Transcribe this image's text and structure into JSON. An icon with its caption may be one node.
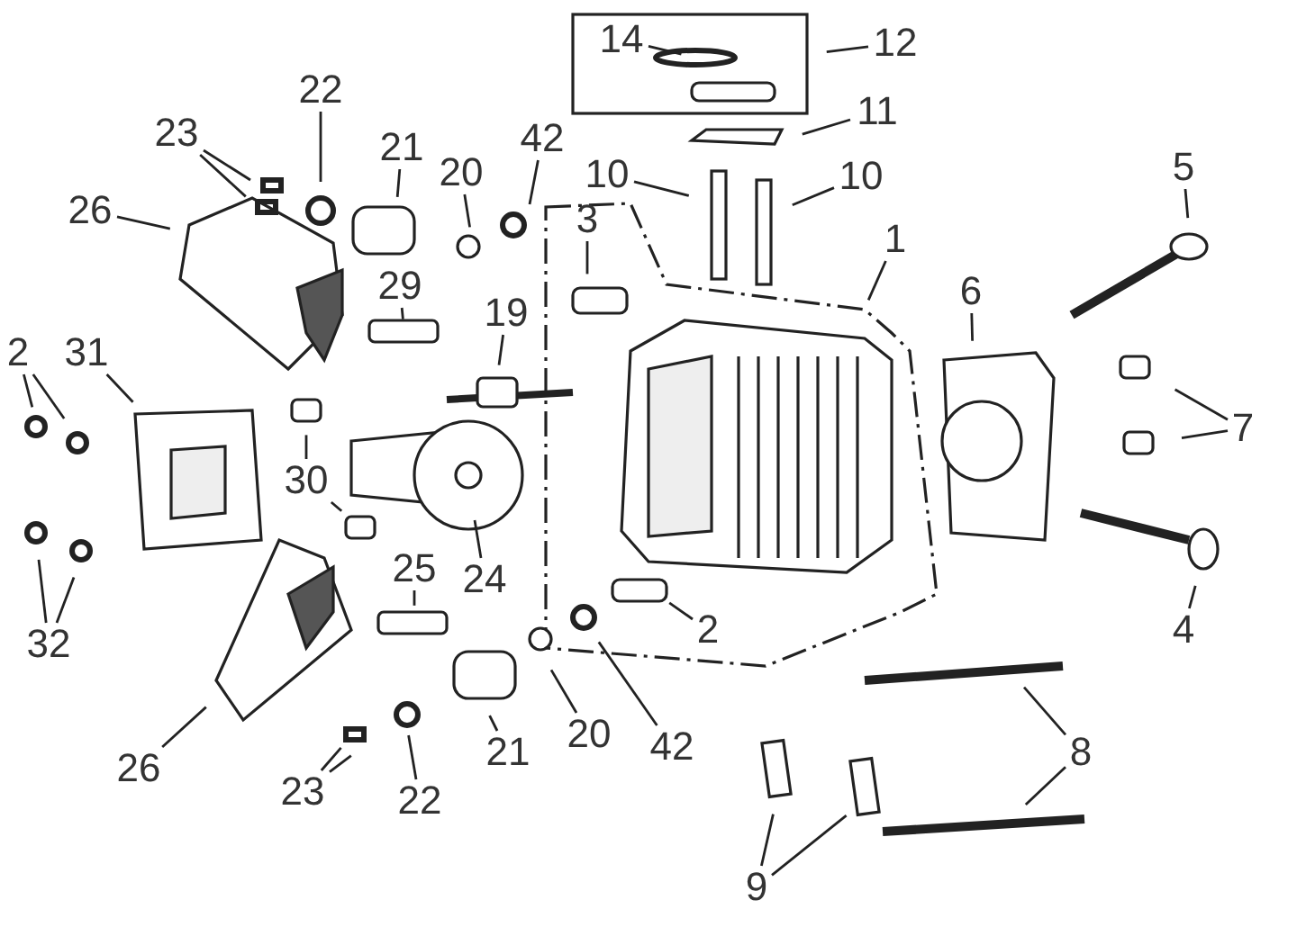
{
  "diagram": {
    "nodes": [
      {
        "text": [
          "14"
        ]
      },
      {
        "text": [
          "12"
        ]
      },
      {
        "text": [
          "11"
        ]
      },
      {
        "text": [
          "10"
        ]
      },
      {
        "text": [
          "10"
        ]
      },
      {
        "text": [
          "5"
        ]
      },
      {
        "text": [
          "1"
        ]
      },
      {
        "text": [
          "3"
        ]
      },
      {
        "text": [
          "6"
        ]
      },
      {
        "text": [
          "7"
        ]
      },
      {
        "text": [
          "4"
        ]
      },
      {
        "text": [
          "2"
        ]
      },
      {
        "text": [
          "22"
        ]
      },
      {
        "text": [
          "23"
        ]
      },
      {
        "text": [
          "21"
        ]
      },
      {
        "text": [
          "42"
        ]
      },
      {
        "text": [
          "20"
        ]
      },
      {
        "text": [
          "26"
        ]
      },
      {
        "text": [
          "29"
        ]
      },
      {
        "text": [
          "19"
        ]
      },
      {
        "text": [
          "31"
        ]
      },
      {
        "text": [
          "2"
        ]
      },
      {
        "text": [
          "30"
        ]
      },
      {
        "text": [
          "24"
        ]
      },
      {
        "text": [
          "25"
        ]
      },
      {
        "text": [
          "32"
        ]
      },
      {
        "text": [
          "26"
        ]
      },
      {
        "text": [
          "23"
        ]
      },
      {
        "text": [
          "22"
        ]
      },
      {
        "text": [
          "21"
        ]
      },
      {
        "text": [
          "20"
        ]
      },
      {
        "text": [
          "42"
        ]
      },
      {
        "text": [
          "8"
        ]
      },
      {
        "text": [
          "9"
        ]
      }
    ],
    "edges": [
      {
        "from": 0,
        "to": null,
        "arrow": "none"
      },
      {
        "from": 1,
        "to": null,
        "arrow": "none"
      },
      {
        "from": 2,
        "to": null,
        "arrow": "none"
      },
      {
        "from": 3,
        "to": null,
        "arrow": "none"
      },
      {
        "from": 4,
        "to": null,
        "arrow": "none"
      },
      {
        "from": 5,
        "to": null,
        "arrow": "none"
      },
      {
        "from": 6,
        "to": null,
        "arrow": "none"
      },
      {
        "from": 7,
        "to": null,
        "arrow": "none"
      },
      {
        "from": 8,
        "to": null,
        "arrow": "none"
      },
      {
        "from": 9,
        "to": null,
        "arrow": "none"
      },
      {
        "from": 9,
        "to": null,
        "arrow": "none"
      },
      {
        "from": 10,
        "to": null,
        "arrow": "none"
      },
      {
        "from": 11,
        "to": null,
        "arrow": "none"
      },
      {
        "from": 12,
        "to": null,
        "arrow": "none"
      },
      {
        "from": 13,
        "to": null,
        "arrow": "none"
      },
      {
        "from": 13,
        "to": null,
        "arrow": "none"
      },
      {
        "from": 14,
        "to": null,
        "arrow": "none"
      },
      {
        "from": 15,
        "to": null,
        "arrow": "none"
      },
      {
        "from": 16,
        "to": null,
        "arrow": "none"
      },
      {
        "from": 17,
        "to": null,
        "arrow": "none"
      },
      {
        "from": 18,
        "to": null,
        "arrow": "none"
      },
      {
        "from": 19,
        "to": null,
        "arrow": "none"
      },
      {
        "from": 20,
        "to": null,
        "arrow": "none"
      },
      {
        "from": 21,
        "to": null,
        "arrow": "none"
      },
      {
        "from": 21,
        "to": null,
        "arrow": "none"
      },
      {
        "from": 22,
        "to": null,
        "arrow": "none"
      },
      {
        "from": 22,
        "to": null,
        "arrow": "none"
      },
      {
        "from": 23,
        "to": null,
        "arrow": "none"
      },
      {
        "from": 24,
        "to": null,
        "arrow": "none"
      },
      {
        "from": 25,
        "to": null,
        "arrow": "none"
      },
      {
        "from": 25,
        "to": null,
        "arrow": "none"
      },
      {
        "from": 26,
        "to": null,
        "arrow": "none"
      },
      {
        "from": 27,
        "to": null,
        "arrow": "none"
      },
      {
        "from": 27,
        "to": null,
        "arrow": "none"
      },
      {
        "from": 28,
        "to": null,
        "arrow": "none"
      },
      {
        "from": 29,
        "to": null,
        "arrow": "none"
      },
      {
        "from": 30,
        "to": null,
        "arrow": "none"
      },
      {
        "from": 31,
        "to": null,
        "arrow": "none"
      },
      {
        "from": 32,
        "to": null,
        "arrow": "none"
      },
      {
        "from": 32,
        "to": null,
        "arrow": "none"
      },
      {
        "from": 33,
        "to": null,
        "arrow": "none"
      },
      {
        "from": 33,
        "to": null,
        "arrow": "none"
      }
    ]
  }
}
